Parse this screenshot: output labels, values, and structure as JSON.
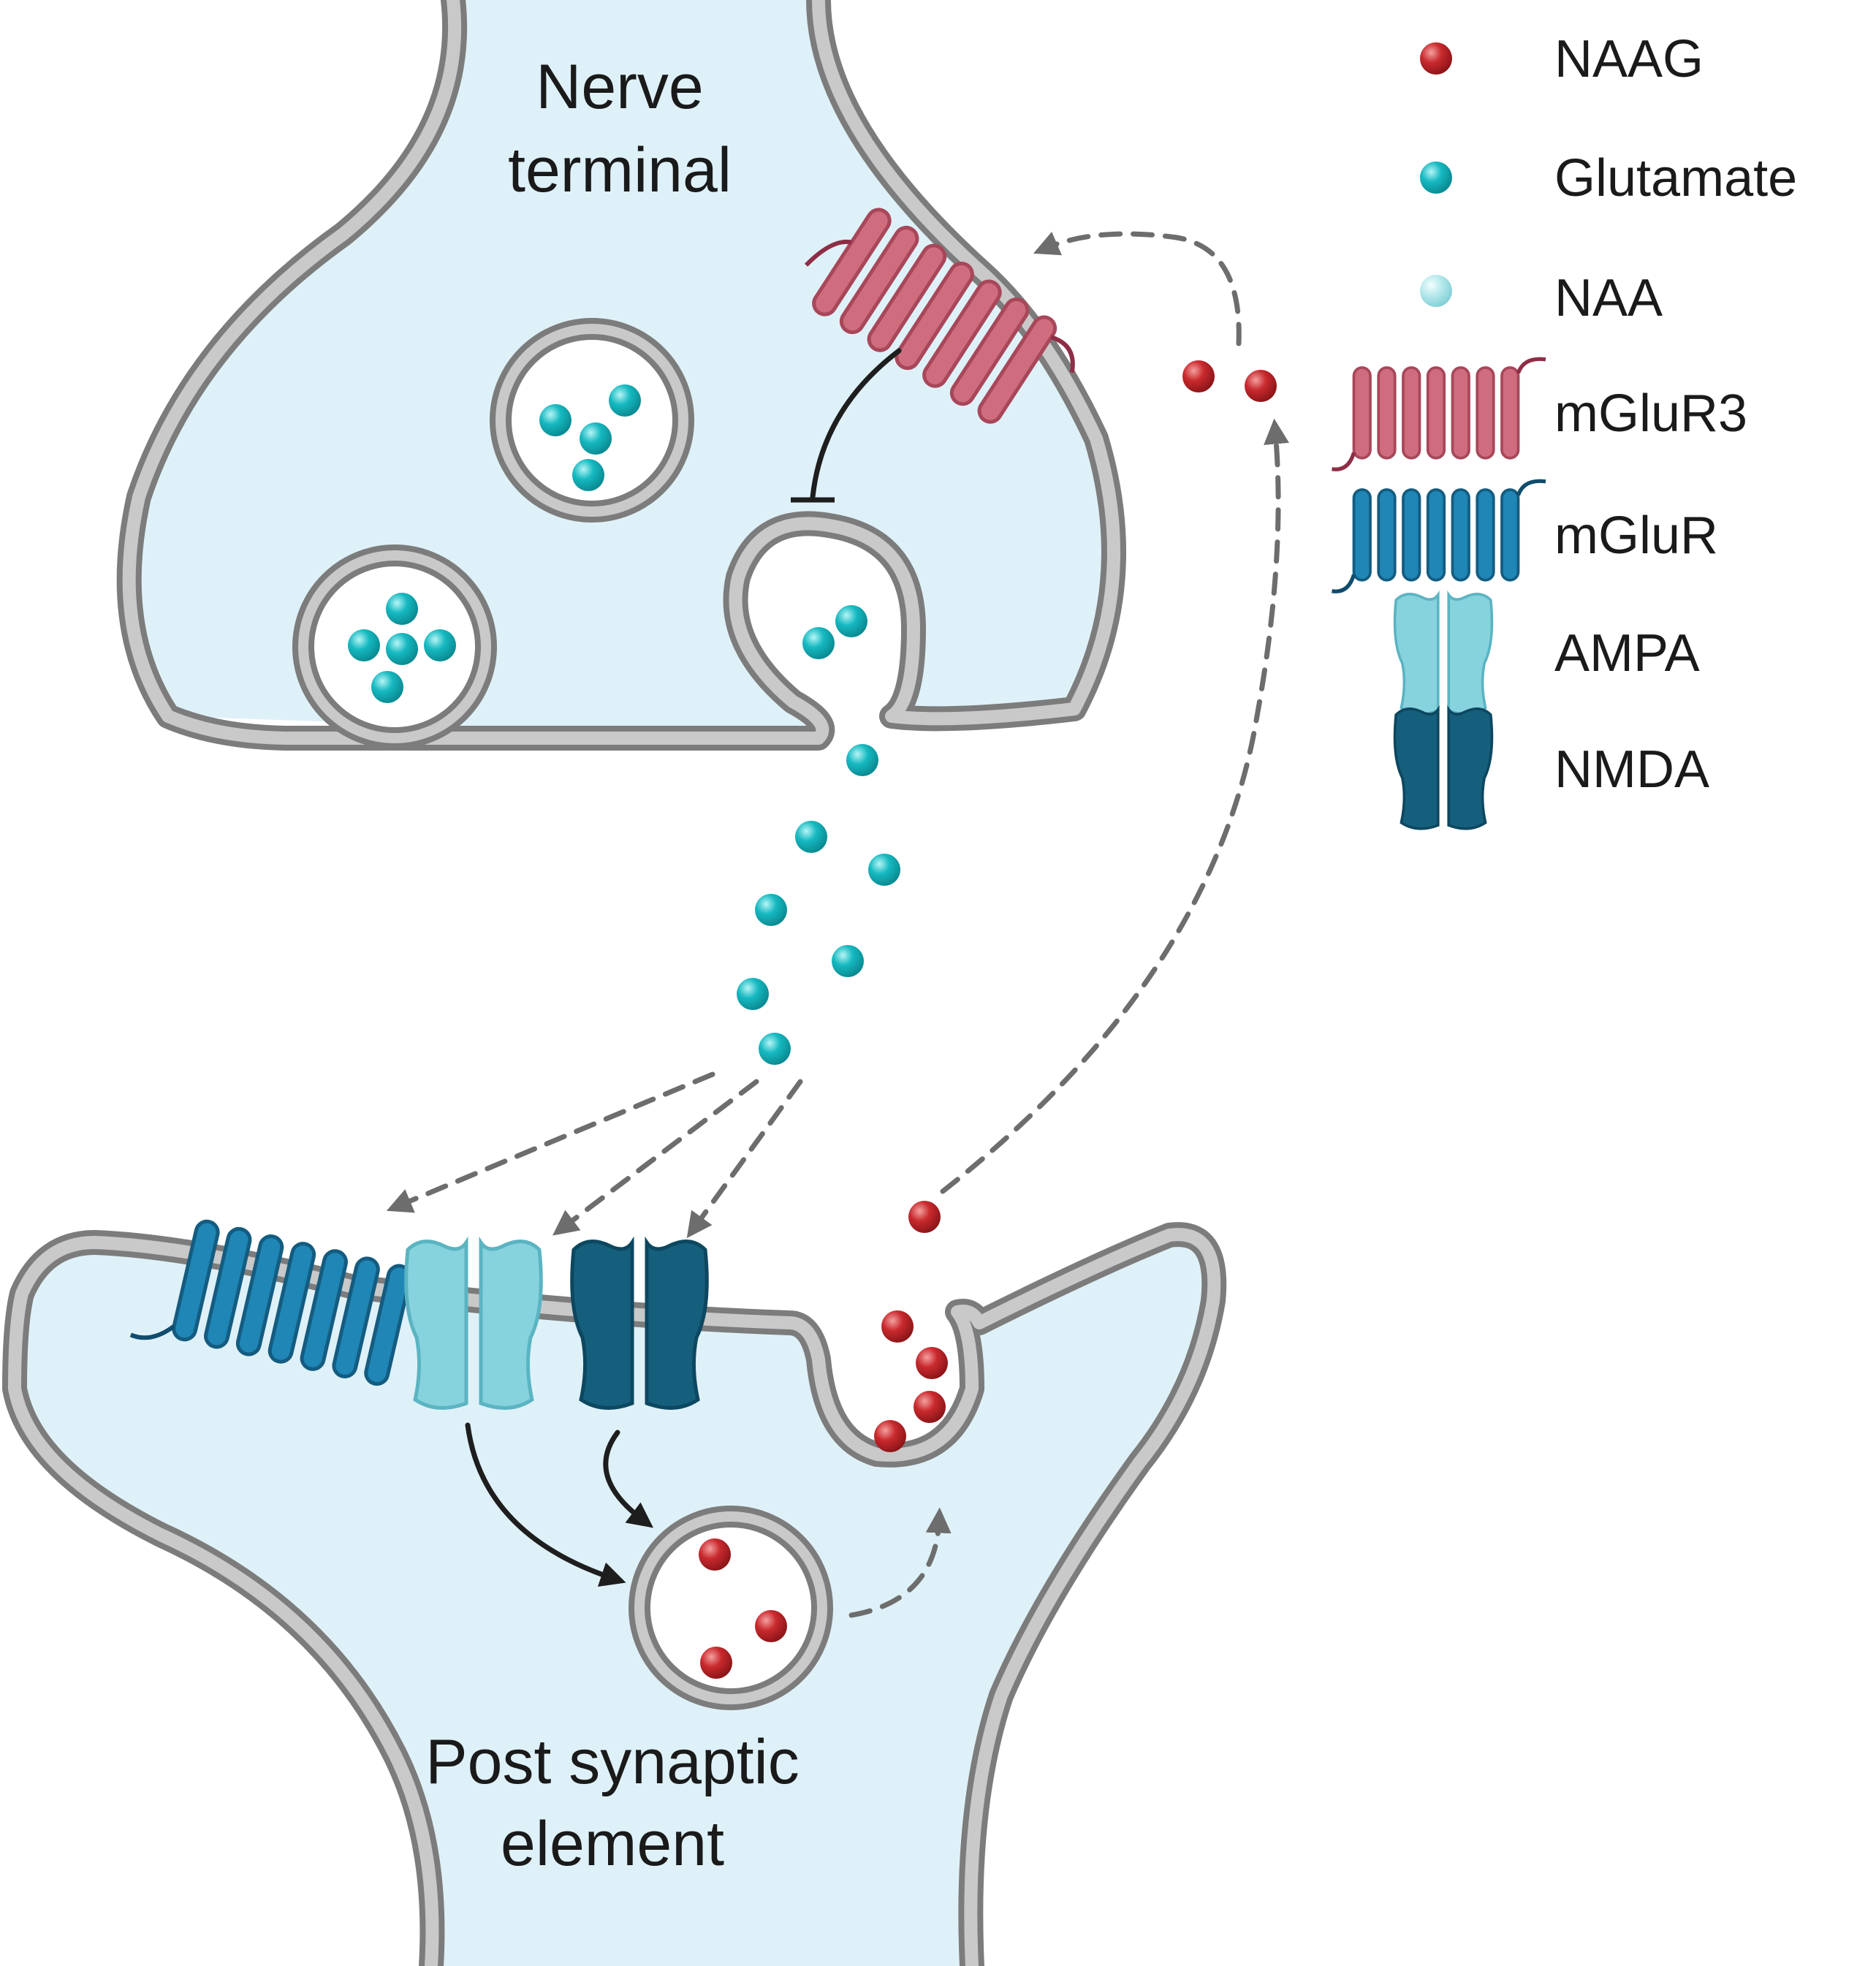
{
  "labels": {
    "nerve_terminal_line1": "Nerve",
    "nerve_terminal_line2": "terminal",
    "post_synaptic_line1": "Post synaptic",
    "post_synaptic_line2": "element"
  },
  "legend": [
    {
      "label": "NAAG",
      "icon": "naag-dot-icon"
    },
    {
      "label": "Glutamate",
      "icon": "glutamate-dot-icon"
    },
    {
      "label": "NAA",
      "icon": "naa-dot-icon"
    },
    {
      "label": "mGluR3",
      "icon": "mglur3-receptor-icon"
    },
    {
      "label": "mGluR",
      "icon": "mglur-receptor-icon"
    },
    {
      "label": "AMPA",
      "icon": "ampa-receptor-icon"
    },
    {
      "label": "NMDA",
      "icon": "nmda-receptor-icon"
    }
  ],
  "colors": {
    "cytoplasm": "#dff1f8",
    "membrane_outer": "#7c7c7c",
    "membrane_inner": "#c9c9c9",
    "naag": "#c0282c",
    "glutamate": "#14b6be",
    "naa": "#a6e4e8",
    "mglur3": "#cf6d7e",
    "mglur": "#1f86b6",
    "ampa": "#86d3de",
    "nmda": "#155f7c"
  }
}
